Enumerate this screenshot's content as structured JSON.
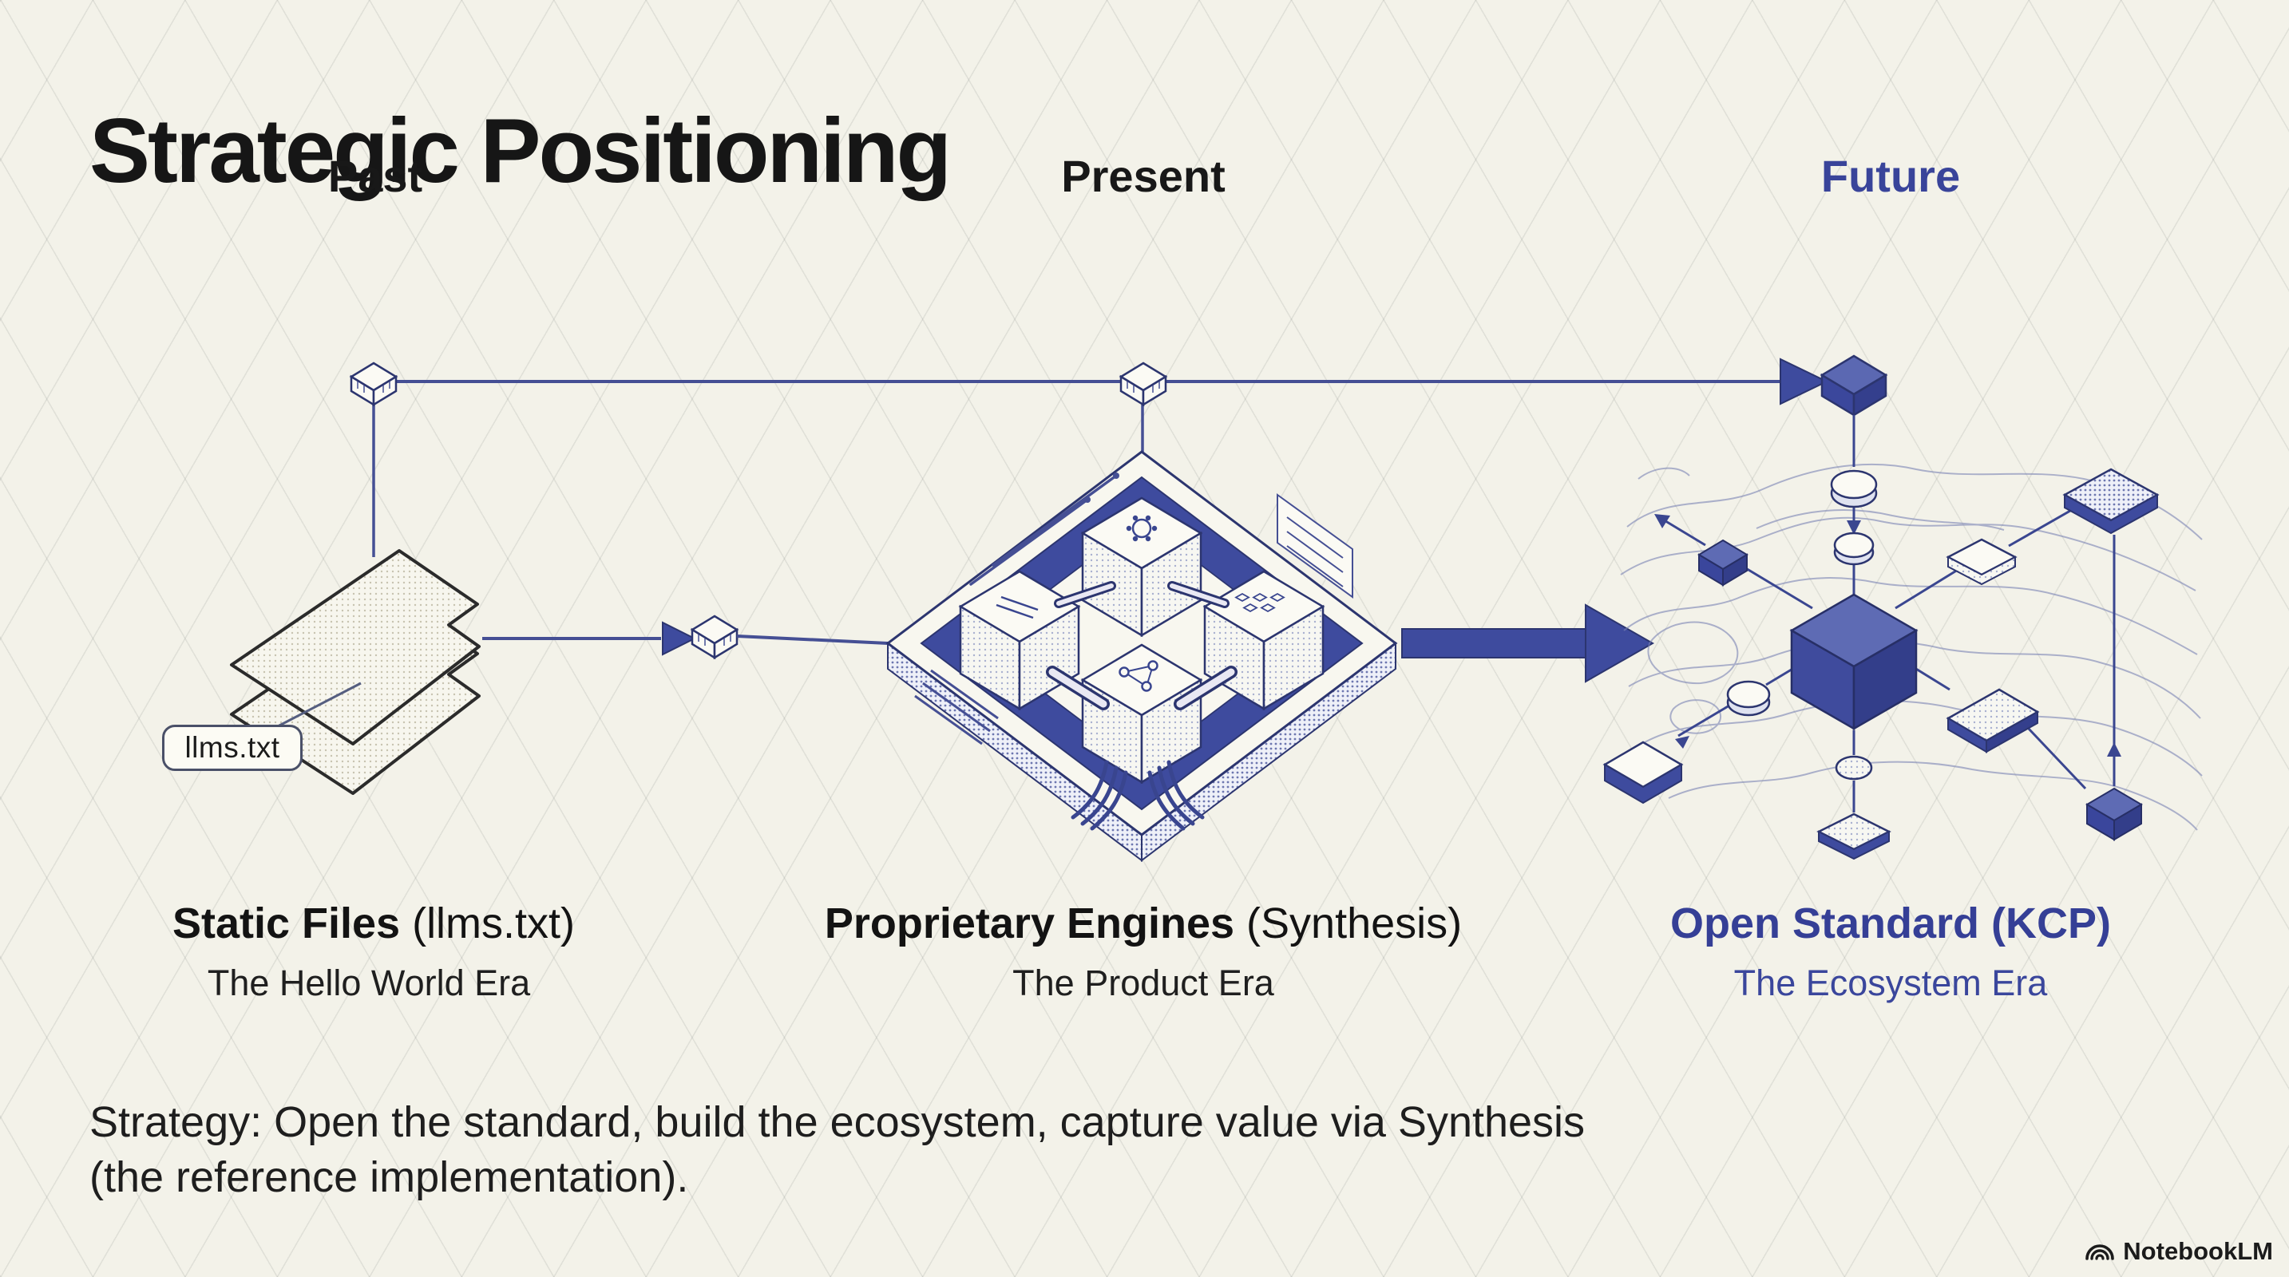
{
  "title": "Strategic Positioning",
  "columns": [
    {
      "heading": "Past",
      "name_bold": "Static Files",
      "name_rest": " (llms.txt)",
      "era": "The Hello World Era",
      "file_tag": "llms.txt",
      "illustration": "stacked-documents"
    },
    {
      "heading": "Present",
      "name_bold": "Proprietary Engines",
      "name_rest": " (Synthesis)",
      "era": "The Product Era",
      "illustration": "hexagon-engine-room"
    },
    {
      "heading": "Future",
      "name_bold": "Open Standard (KCP)",
      "name_rest": "",
      "era": "The Ecosystem Era",
      "illustration": "open-network-map"
    }
  ],
  "strategy": {
    "line1": "Strategy: Open the standard, build the ecosystem, capture value via Synthesis",
    "line2": "(the reference implementation)."
  },
  "branding": {
    "product": "NotebookLM"
  },
  "colors": {
    "background": "#f3f2e9",
    "ink": "#161616",
    "accent_indigo": "#3e4b9e",
    "accent_indigo_dark": "#2c356f",
    "future_text": "#3a469c"
  }
}
